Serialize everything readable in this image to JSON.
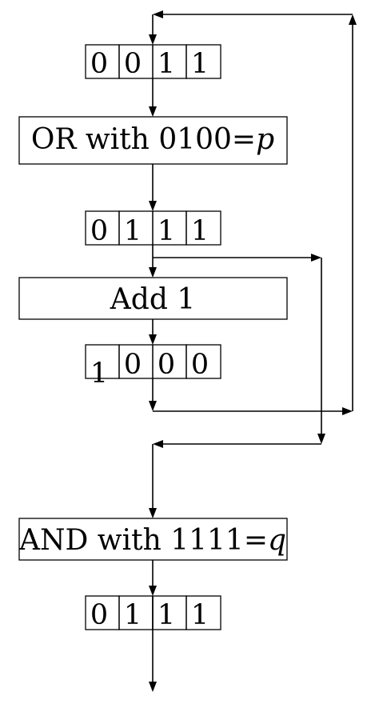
{
  "registers": [
    {
      "bits": [
        "0",
        "0",
        "1",
        "1"
      ]
    },
    {
      "bits": [
        "0",
        "1",
        "1",
        "1"
      ]
    },
    {
      "bits": [
        "",
        "0",
        "0",
        "0"
      ],
      "overflow": "1"
    },
    {
      "bits": [
        "0",
        "1",
        "1",
        "1"
      ]
    }
  ],
  "operations": [
    {
      "text": "OR with 0100=",
      "var": "p"
    },
    {
      "text": "Add 1",
      "var": ""
    },
    {
      "text": "AND with 1111=",
      "var": "q"
    }
  ]
}
